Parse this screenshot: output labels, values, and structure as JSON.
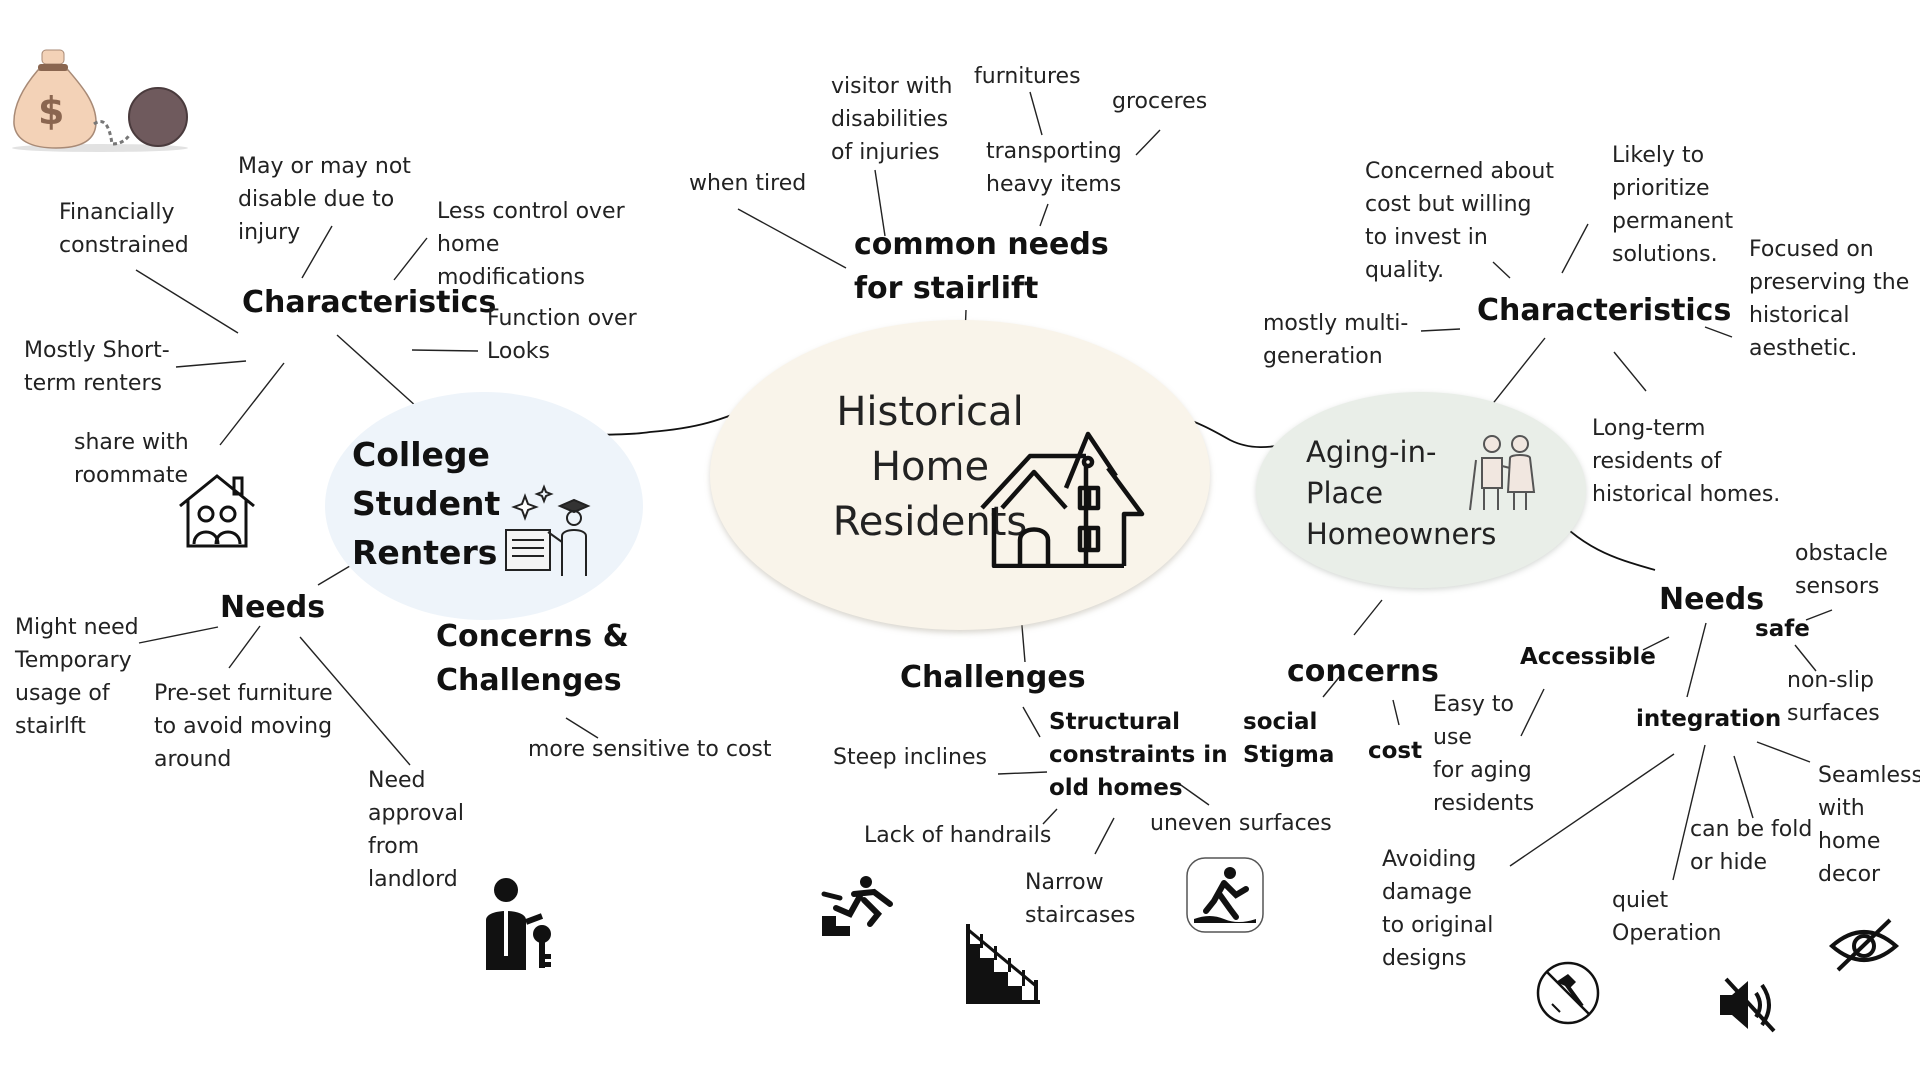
{
  "center": {
    "title": "Historical\nHome\nResidents",
    "color": "#f9f4ea"
  },
  "college": {
    "title": "College\nStudent\nRenters",
    "bubble_color": "#eef4fa",
    "characteristics": {
      "title": "Characteristics",
      "items": [
        "Financially\nconstrained",
        "May or may not\ndisable due to\ninjury",
        "Less control over\nhome\nmodifications",
        "Function over\nLooks",
        "Mostly Short-\nterm renters",
        "share with\nroommate"
      ]
    },
    "needs": {
      "title": "Needs",
      "items": [
        "Might need\nTemporary\nusage of\nstairlft",
        "Pre-set furniture\nto avoid moving\naround",
        "Need\napproval\nfrom\nlandlord"
      ]
    },
    "concerns": {
      "title": "Concerns &\nChallenges",
      "items": [
        "more sensitive to cost"
      ]
    }
  },
  "common": {
    "title": "common needs\nfor stairlift",
    "items": [
      "when tired",
      "visitor with\ndisabilities\nof injuries",
      "furnitures",
      "groceres",
      "transporting\nheavy items"
    ]
  },
  "challenges": {
    "title": "Challenges",
    "main": "Structural\nconstraints in\nold homes",
    "items": [
      "Steep inclines",
      "Lack of handrails",
      "Narrow\nstaircases",
      "uneven surfaces"
    ]
  },
  "aging": {
    "title": "Aging-in-\nPlace\nHomeowners",
    "bubble_color": "#e9eee8",
    "characteristics": {
      "title": "Characteristics",
      "items": [
        "Concerned about\ncost but willing\nto invest in\nquality.",
        "Likely to\nprioritize\npermanent\nsolutions.",
        "Focused on\npreserving the\nhistorical\naesthetic.",
        "mostly multi-\ngeneration",
        "Long-term\nresidents of\nhistorical homes."
      ]
    },
    "concerns": {
      "title": "concerns",
      "items": [
        "social\nStigma",
        "cost"
      ]
    },
    "needs": {
      "title": "Needs",
      "groups": {
        "accessible": "Accessible",
        "easy": "Easy to\nuse\nfor aging\nresidents",
        "safe": "safe",
        "obstacle": "obstacle\nsensors",
        "nonslip": "non-slip\nsurfaces",
        "integration": "integration",
        "seamless": "Seamless\nwith\nhome\ndecor",
        "fold": "can be fold\nor hide",
        "quiet": "quiet\nOperation",
        "avoid": "Avoiding\ndamage\nto original\ndesigns"
      }
    }
  },
  "icons": [
    "money-bag-ball-chain-icon",
    "house-roommates-icon",
    "student-graduate-icon",
    "historic-house-icon",
    "landlord-key-icon",
    "falling-on-stairs-icon",
    "staircase-icon",
    "slip-hazard-icon",
    "elderly-couple-icon",
    "no-hammer-icon",
    "mute-speaker-icon",
    "hidden-eye-icon"
  ]
}
